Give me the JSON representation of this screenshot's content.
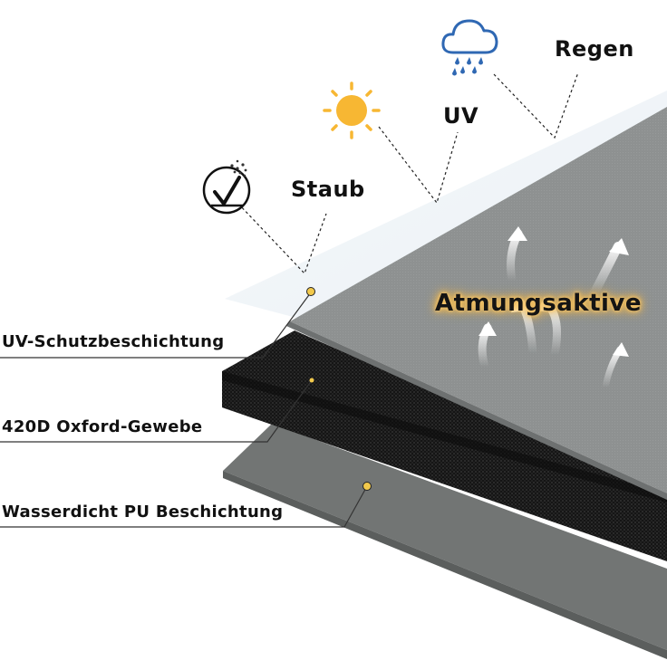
{
  "factors": {
    "rain": "Regen",
    "uv": "UV",
    "dust": "Staub"
  },
  "breathable": "Atmungsaktive",
  "layers": {
    "uv_coating": "UV-Schutzbeschichtung",
    "fabric": "420D Oxford-Gewebe",
    "pu_coating": "Wasserdicht PU Beschichtung"
  },
  "colors": {
    "sun": "#f7b733",
    "rain_icon": "#2f68b3",
    "marker": "#f2c94c",
    "top_layer": "#8e9191",
    "fabric_layer": "#151515",
    "pu_layer": "#727574"
  },
  "icons": {
    "rain": "cloud-rain-icon",
    "sun": "sun-icon",
    "dust": "dust-shield-icon"
  }
}
